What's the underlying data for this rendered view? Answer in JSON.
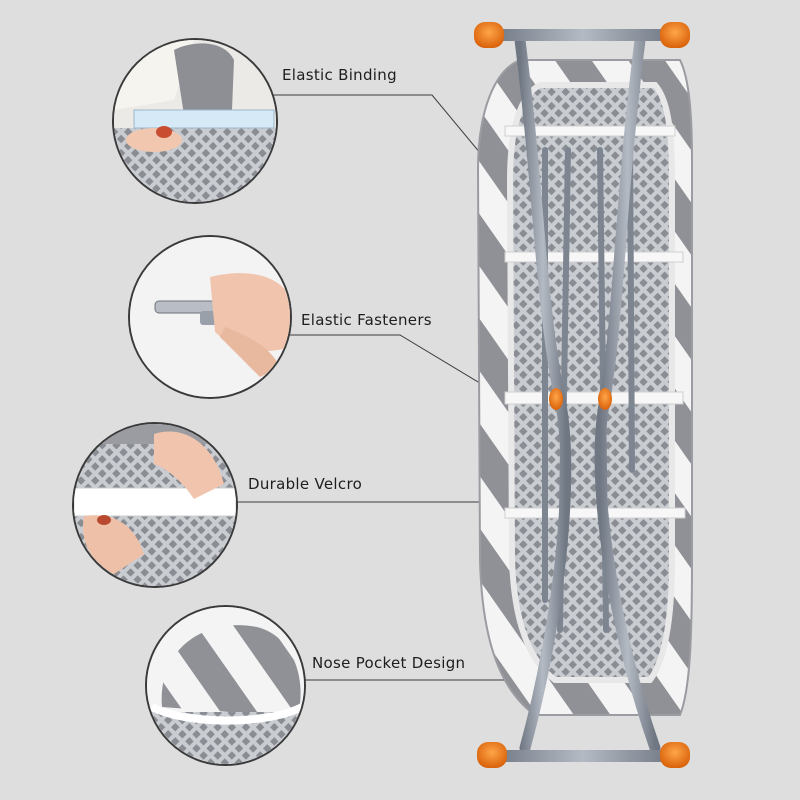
{
  "image": {
    "subject": "ironing-board-product-photo",
    "colors": {
      "background": "#dedede",
      "frame": "#8e96a3",
      "cover_stripe_gray": "#8d8f94",
      "cover_stripe_white": "#f4f4f4",
      "foot_cap_orange": "#f07f14",
      "leader_line": "#3c3c3c"
    }
  },
  "callouts": [
    {
      "label": "Elastic Binding",
      "icon": "elastic-binding-detail"
    },
    {
      "label": "Elastic Fasteners",
      "icon": "fastener-clip-detail"
    },
    {
      "label": "Durable Velcro",
      "icon": "velcro-strap-detail"
    },
    {
      "label": "Nose Pocket Design",
      "icon": "nose-pocket-detail"
    }
  ]
}
